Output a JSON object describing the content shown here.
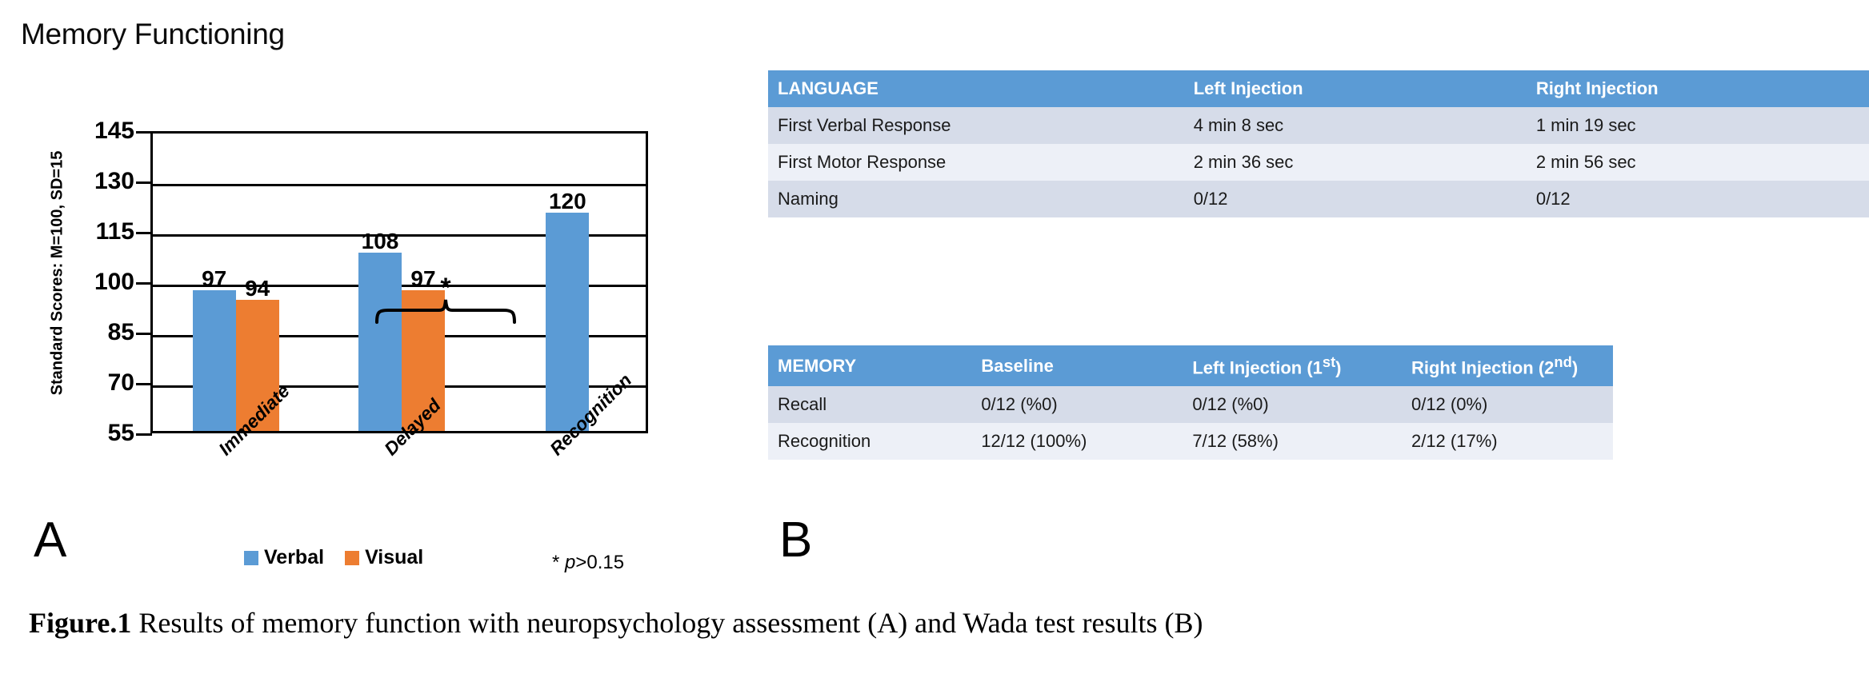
{
  "chart_data": {
    "type": "bar",
    "title": "Memory Functioning",
    "xlabel": "",
    "ylabel": "Standard Scores: M=100, SD=15",
    "ylim": [
      55,
      145
    ],
    "yticks": [
      145,
      130,
      115,
      100,
      85,
      70,
      55
    ],
    "grid": true,
    "legend_position": "bottom",
    "categories": [
      "Immediate",
      "Delayed",
      "Recognition"
    ],
    "series": [
      {
        "name": "Verbal",
        "color": "#5b9bd5",
        "values": [
          97,
          108,
          120
        ]
      },
      {
        "name": "Visual",
        "color": "#ed7d31",
        "values": [
          94,
          97,
          null
        ]
      }
    ],
    "data_labels": [
      "97",
      "94",
      "108",
      "97",
      "120"
    ],
    "annotations": {
      "significance_marker": "*",
      "significance_note": "* p>0.15",
      "significance_note_symbol": "*",
      "significance_note_italic": "p",
      "significance_note_rest": ">0.15",
      "bracket_over": [
        "Delayed Verbal",
        "Delayed Visual"
      ]
    }
  },
  "panel_a": {
    "letter": "A",
    "title": "Memory Functioning",
    "y_axis_title": "Standard Scores: M=100, SD=15",
    "y_ticks": [
      "145",
      "130",
      "115",
      "100",
      "85",
      "70",
      "55"
    ],
    "x_categories": [
      "Immediate",
      "Delayed",
      "Recognition"
    ],
    "bar_labels": {
      "immediate_verbal": "97",
      "immediate_visual": "94",
      "delayed_verbal": "108",
      "delayed_visual": "97",
      "recognition_verbal": "120"
    },
    "legend": [
      {
        "label": "Verbal",
        "color": "#5b9bd5"
      },
      {
        "label": "Visual",
        "color": "#ed7d31"
      }
    ],
    "sig_star": "*",
    "p_note_star": "*",
    "p_note_italic": "p",
    "p_note_rest": ">0.15"
  },
  "panel_b": {
    "letter": "B",
    "language_table": {
      "headers": [
        "LANGUAGE",
        "Left Injection",
        "Right Injection"
      ],
      "rows": [
        [
          "First Verbal Response",
          "4 min 8 sec",
          "1 min 19 sec"
        ],
        [
          "First Motor Response",
          "2 min 36 sec",
          "2 min 56 sec"
        ],
        [
          "Naming",
          "0/12",
          "0/12"
        ]
      ]
    },
    "memory_table": {
      "headers": [
        "MEMORY",
        "Baseline",
        "Left Injection (1st)",
        "Right Injection (2nd)"
      ],
      "header_parts": [
        {
          "main": "MEMORY",
          "sup": ""
        },
        {
          "main": "Baseline",
          "sup": ""
        },
        {
          "main": "Left Injection (1",
          "sup": "st",
          "tail": ")"
        },
        {
          "main": "Right Injection (2",
          "sup": "nd",
          "tail": ")"
        }
      ],
      "rows": [
        [
          "Recall",
          "0/12 (%0)",
          "0/12 (%0)",
          "0/12 (0%)"
        ],
        [
          "Recognition",
          "12/12 (100%)",
          "7/12 (58%)",
          "2/12 (17%)"
        ]
      ]
    }
  },
  "caption": {
    "bold": "Figure.1",
    "rest": " Results of memory function with neuropsychology assessment (A) and Wada test results (B)"
  },
  "colors": {
    "verbal_blue": "#5b9bd5",
    "visual_orange": "#ed7d31",
    "table_header_blue": "#5b9bd5",
    "table_row_dark": "#d6dce9",
    "table_row_light": "#edf0f7"
  }
}
